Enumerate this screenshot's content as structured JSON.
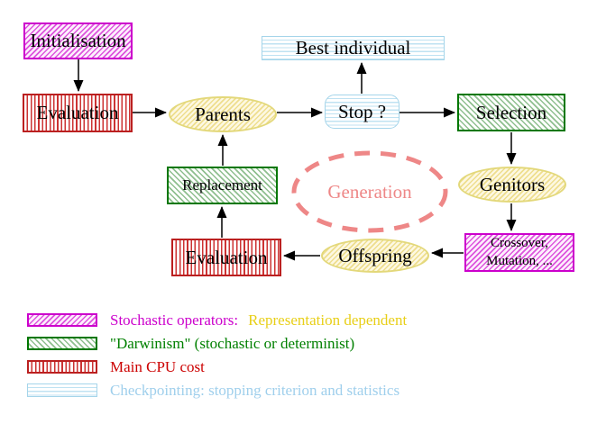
{
  "diagram": {
    "title_hint": "Evolutionary algorithm generation loop",
    "nodes": {
      "initialisation": {
        "label": "Initialisation",
        "pattern": "magenta-diagonal-hatch"
      },
      "evaluation_top": {
        "label": "Evaluation",
        "pattern": "red-vertical-stripes"
      },
      "parents": {
        "label": "Parents",
        "pattern": "yellow-diagonal-hatch",
        "shape": "ellipse"
      },
      "best_individual": {
        "label": "Best individual",
        "pattern": "cyan-horizontal-stripes"
      },
      "stop": {
        "label": "Stop ?",
        "pattern": "cyan-horizontal-stripes",
        "shape": "rounded-box"
      },
      "selection": {
        "label": "Selection",
        "pattern": "green-diagonal-hatch"
      },
      "genitors": {
        "label": "Genitors",
        "pattern": "yellow-diagonal-hatch",
        "shape": "ellipse"
      },
      "crossover": {
        "label_line1": "Crossover,",
        "label_line2": "Mutation, ...",
        "pattern": "magenta-diagonal-hatch"
      },
      "offspring": {
        "label": "Offspring",
        "pattern": "yellow-diagonal-hatch",
        "shape": "ellipse"
      },
      "evaluation_bottom": {
        "label": "Evaluation",
        "pattern": "red-vertical-stripes"
      },
      "replacement": {
        "label": "Replacement",
        "pattern": "green-diagonal-hatch"
      },
      "generation": {
        "label": "Generation",
        "shape": "dashed-ellipse",
        "color": "#ee8787"
      }
    },
    "edges": [
      {
        "from": "initialisation",
        "to": "evaluation_top"
      },
      {
        "from": "evaluation_top",
        "to": "parents"
      },
      {
        "from": "parents",
        "to": "stop"
      },
      {
        "from": "stop",
        "to": "best_individual"
      },
      {
        "from": "stop",
        "to": "selection"
      },
      {
        "from": "selection",
        "to": "genitors"
      },
      {
        "from": "genitors",
        "to": "crossover"
      },
      {
        "from": "crossover",
        "to": "offspring"
      },
      {
        "from": "offspring",
        "to": "evaluation_bottom"
      },
      {
        "from": "evaluation_bottom",
        "to": "replacement"
      },
      {
        "from": "replacement",
        "to": "parents"
      }
    ],
    "colors": {
      "magenta": "#cc00cc",
      "green_border": "#007700",
      "green_hatch": "#8fbf8f",
      "red": "#cc3333",
      "cyan": "#a5d5ea",
      "yellow_border": "#e3d87a",
      "yellow_hatch": "#eede8e",
      "salmon": "#ee8787",
      "arrow": "#000000"
    }
  },
  "legend": {
    "items": [
      {
        "pattern": "magenta-diagonal-hatch",
        "label": "Stochastic operators:",
        "label2": "Representation dependent",
        "label_color": "#cc00cc",
        "label2_color": "#e8cf18"
      },
      {
        "pattern": "green-diagonal-hatch",
        "label": "\"Darwinism\" (stochastic or determinist)",
        "label_color": "#008000"
      },
      {
        "pattern": "red-vertical-stripes",
        "label": "Main CPU cost",
        "label_color": "#cc0000"
      },
      {
        "pattern": "cyan-horizontal-stripes",
        "label": "Checkpointing: stopping criterion and statistics",
        "label_color": "#9fcfec"
      }
    ]
  }
}
